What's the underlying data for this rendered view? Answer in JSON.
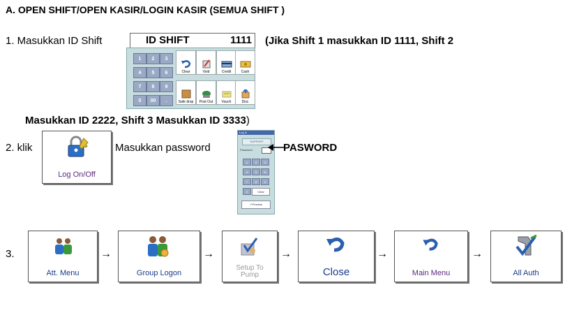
{
  "heading": "A.  OPEN SHIFT/OPEN KASIR/LOGIN KASIR (SEMUA SHIFT )",
  "step1": {
    "prefix": "1.  Masukkan ID Shift",
    "idbar_label": "ID SHIFT",
    "idbar_value": "1111",
    "note_line1": "(Jika Shift 1 masukkan ID 1111, Shift 2",
    "note_line2_bold": "Masukkan ID 2222, Shift 3 Masukkan ID 3333",
    "note_line2_end": ")"
  },
  "keypad": {
    "keys": [
      "1",
      "2",
      "3",
      "4",
      "5",
      "6",
      "7",
      "8",
      "9",
      "0",
      "00",
      "."
    ],
    "function_keys": [
      "Clear",
      "Void",
      "Credit",
      "Cash",
      "Safe drop",
      "Post Out",
      "Vouch",
      "Disc"
    ]
  },
  "step2": {
    "prefix": "2. klik",
    "button_label": "Log On/Off",
    "middle": "Masukkan password",
    "password_label": "PASWORD",
    "mini_dialog": {
      "title": "Log In",
      "header": "SUPPORT",
      "field_label": "Password",
      "keys": [
        "1",
        "2",
        "3",
        "4",
        "5",
        "6",
        "7",
        "8",
        "9",
        "0"
      ],
      "clear": "Clear",
      "process": "Process"
    }
  },
  "step3": {
    "prefix": "3.",
    "buttons": [
      "Att. Menu",
      "Group Logon",
      "Setup To Pump",
      "Close",
      "Main Menu",
      "All Auth"
    ],
    "arrow": "→"
  },
  "colors": {
    "button_label_purple": "#5a2a7a",
    "button_label_blue": "#1a3a8a",
    "keypad_bg": "#c8dde0",
    "key_bg": "#9aa9c4"
  }
}
